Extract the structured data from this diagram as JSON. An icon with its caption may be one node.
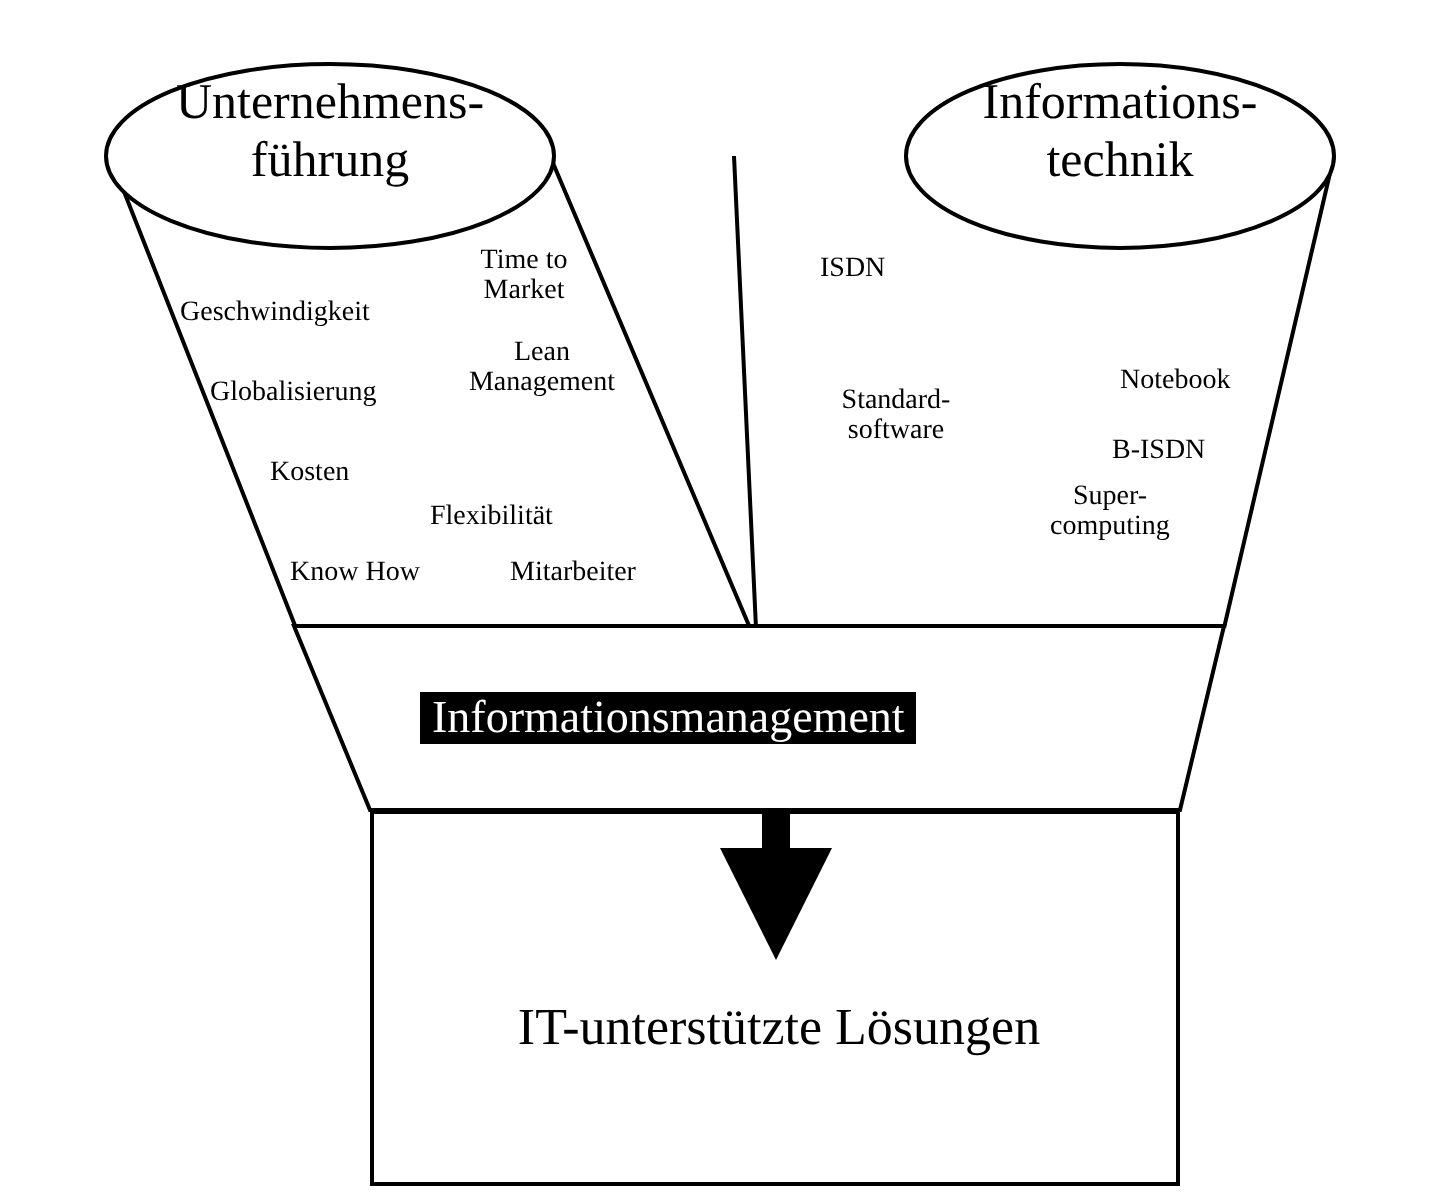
{
  "diagram": {
    "nodes": [
      {
        "text": [
          "Unternehmens- führung",
          "Geschwindigkeit",
          "Time to Market",
          "Globalisierung",
          "Lean Management",
          "Kosten",
          "Flexibilität",
          "Know How",
          "Mitarbeiter"
        ]
      },
      {
        "text": [
          "Informations- technik",
          "ISDN",
          "Notebook",
          "Standard- software",
          "B-ISDN",
          "Super- computing"
        ]
      },
      {
        "text": [
          "Informationsmanagement"
        ]
      },
      {
        "text": [
          "IT-unterstützte Lösungen"
        ]
      }
    ],
    "edges": [
      {
        "from": 2,
        "to": 3,
        "arrow": "to"
      }
    ]
  }
}
